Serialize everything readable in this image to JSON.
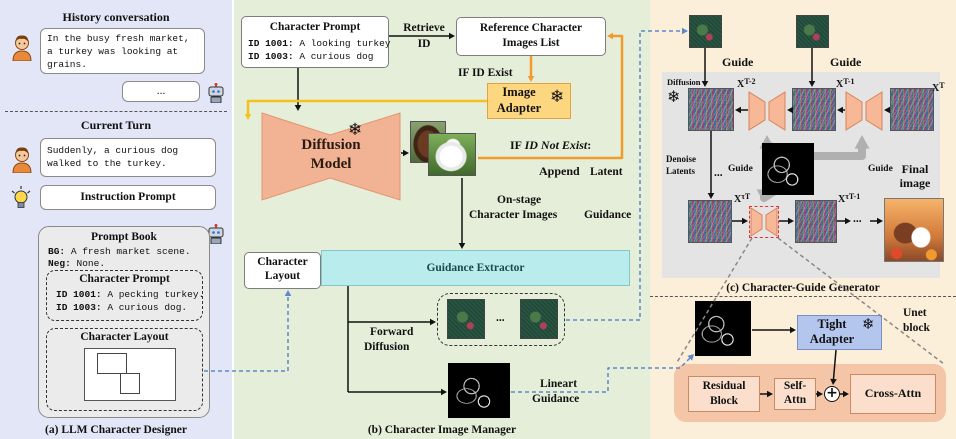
{
  "panel_a": {
    "history_title": "History conversation",
    "history_lines": [
      "In the busy fresh market,",
      "a turkey was looking at",
      "grains."
    ],
    "ellipsis": "...",
    "current_turn_title": "Current Turn",
    "current_lines": [
      "Suddenly, a curious dog",
      "walked to the turkey."
    ],
    "instruction_prompt": "Instruction Prompt",
    "prompt_book": {
      "title": "Prompt Book",
      "bg_label": "BG:",
      "bg_text": "A fresh market scene.",
      "neg_label": "Neg:",
      "neg_text": "None.",
      "character_prompt_title": "Character Prompt",
      "character_lines": [
        {
          "id": "ID 1001:",
          "text": "A pecking turkey."
        },
        {
          "id": "ID 1003:",
          "text": "A curious dog."
        }
      ],
      "character_layout_title": "Character Layout"
    },
    "caption": "(a) LLM Character Designer"
  },
  "panel_b": {
    "character_prompt_title": "Character Prompt",
    "character_lines": [
      {
        "id": "ID 1001:",
        "text": "A looking turkey"
      },
      {
        "id": "ID 1003:",
        "text": "A curious dog"
      }
    ],
    "retrieve_label": [
      "Retrieve",
      "ID"
    ],
    "reference_list": [
      "Reference Character",
      "Images List"
    ],
    "if_id_exist": "IF ID Exist",
    "image_adapter": [
      "Image",
      "Adapter"
    ],
    "diffusion_model": [
      "Diffusion",
      "Model"
    ],
    "if_not_exist": {
      "if": "IF",
      "id": "ID Not Exist",
      "colon": ":"
    },
    "append": "Append",
    "on_stage": [
      "On-stage",
      "Character Images"
    ],
    "latent_guidance": [
      "Latent",
      "Guidance"
    ],
    "character_layout": [
      "Character",
      "Layout"
    ],
    "guidance_extractor": "Guidance Extractor",
    "forward_diffusion": [
      "Forward",
      "Diffusion"
    ],
    "ellipsis": "...",
    "lineart_guidance": [
      "Lineart",
      "Guidance"
    ],
    "caption": "(b) Character Image Manager"
  },
  "panel_c": {
    "guide_top": [
      "Guide",
      "Guide"
    ],
    "diffusion_label": "Diffusion",
    "x_labels": {
      "t2": {
        "base": "X",
        "sup": "T-2"
      },
      "t1": {
        "base": "X",
        "sup": "T-1"
      },
      "t": {
        "base": "X",
        "sup": "T"
      },
      "tau_t": {
        "base": "X",
        "sup": "τT"
      },
      "tau_t1": {
        "base": "X",
        "sup": "τT-1"
      }
    },
    "guide_mid": [
      "Guide",
      "Guide"
    ],
    "denoise_latents": [
      "Denoise",
      "Latents"
    ],
    "ellipsis": "...",
    "final_image": [
      "Final",
      "image"
    ],
    "caption": "(c) Character-Guide Generator",
    "tight_adapter": [
      "Tight",
      "Adapter"
    ],
    "unet_block": [
      "Unet",
      "block"
    ],
    "residual_block": [
      "Residual",
      "Block"
    ],
    "self_attn": [
      "Self-",
      "Attn"
    ],
    "plus": "+",
    "cross_attn": "Cross-Attn"
  },
  "icons": {
    "snowflake": "❄",
    "person": "person-icon",
    "robot": "robot-icon",
    "lightbulb": "lightbulb-icon"
  },
  "colors": {
    "panel_a_bg": "#e3e6f6",
    "panel_b_bg": "#e5eed9",
    "panel_c_bg": "#fcefda",
    "diffusion_model": "#f2b394",
    "image_adapter": "#fdd680",
    "guidance_extractor": "#b9ecec",
    "tight_adapter": "#b4c6ee",
    "append_arrow": "#f39a2e",
    "adapter_arrow": "#f5c21c",
    "guidance_dashed": "#5b8ac8"
  }
}
